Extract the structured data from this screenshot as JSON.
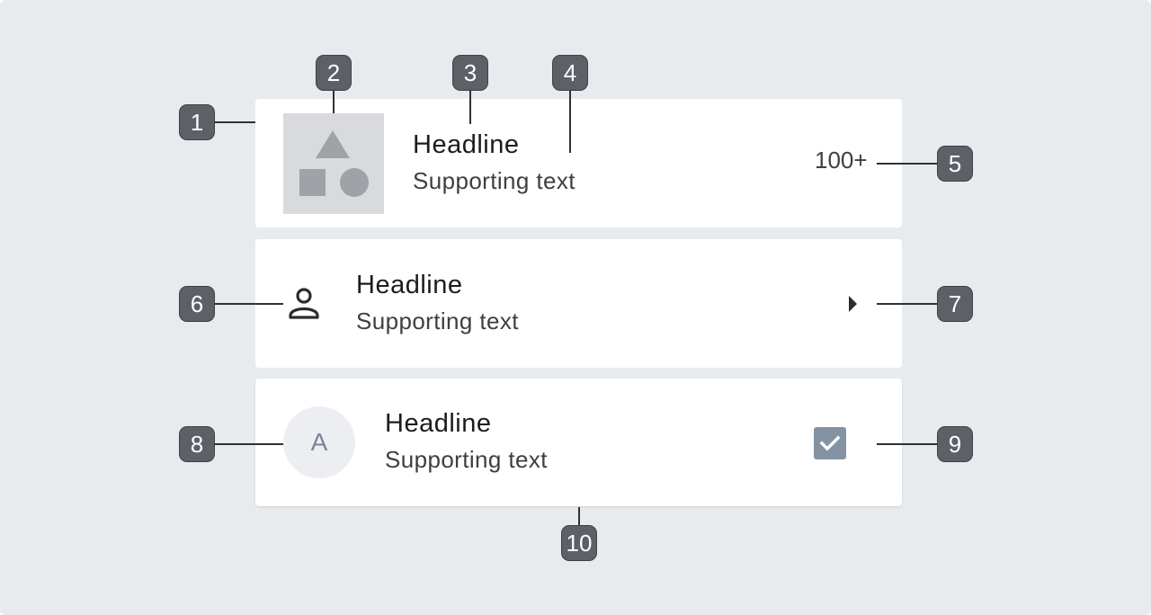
{
  "rows": [
    {
      "headline": "Headline",
      "supporting": "Supporting text",
      "trailing": "100+"
    },
    {
      "headline": "Headline",
      "supporting": "Supporting text"
    },
    {
      "headline": "Headline",
      "supporting": "Supporting text",
      "avatar_letter": "A"
    }
  ],
  "icons": {
    "leading_image": "shapes-placeholder-icon",
    "leading_icon": "person-icon",
    "trailing_icon": "arrow-right-icon",
    "trailing_control": "checkbox-checked-icon"
  },
  "callouts": [
    "1",
    "2",
    "3",
    "4",
    "5",
    "6",
    "7",
    "8",
    "9",
    "10"
  ],
  "colors": {
    "canvas": "#e8ebee",
    "surface": "#ffffff",
    "callout_badge": "#5d6167",
    "checkbox": "#8493a3",
    "placeholder": "#d8dadd"
  }
}
